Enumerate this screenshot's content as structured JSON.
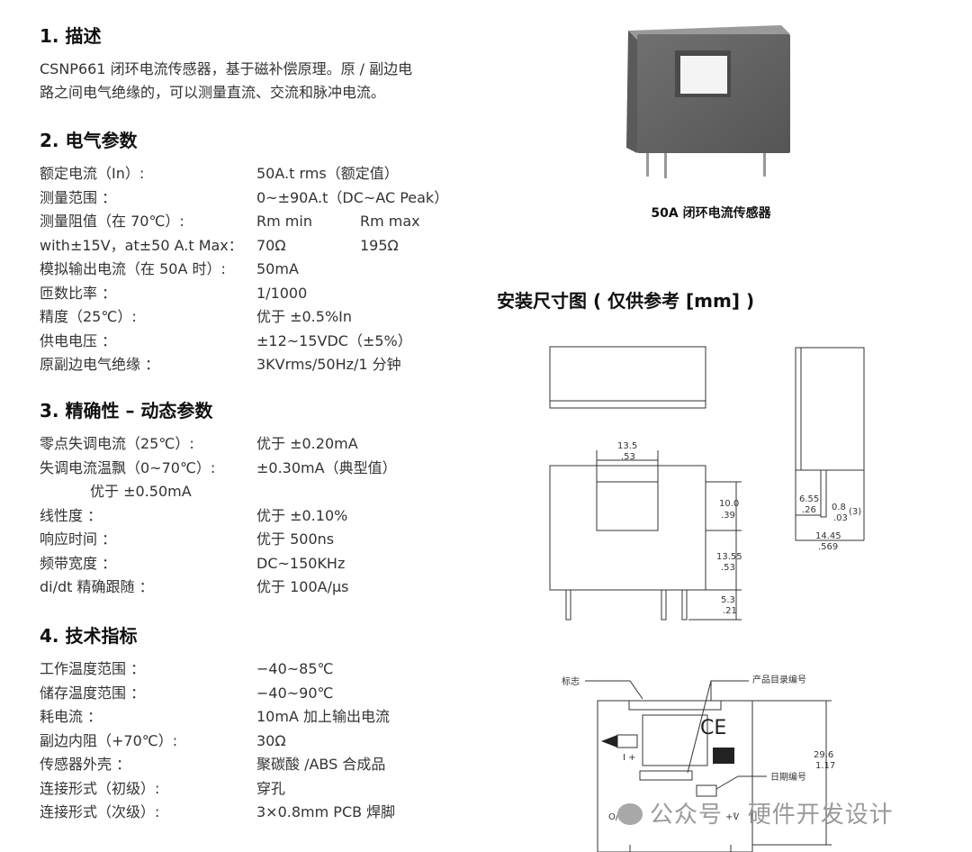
{
  "section1": {
    "title": "1. 描述",
    "line1": "CSNP661 闭环电流传感器，基于磁补偿原理。原 / 副边电",
    "line2": "路之间电气绝缘的，可以测量直流、交流和脉冲电流。"
  },
  "section2": {
    "title": "2. 电气参数",
    "rows": [
      {
        "k": "额定电流（In）:",
        "v": "50A.t rms（额定值）"
      },
      {
        "k": "测量范围 ：",
        "v": "0~±90A.t（DC~AC Peak）"
      },
      {
        "k": "测量阻值（在 70℃）:",
        "v": "Rm min",
        "v2": "Rm max"
      },
      {
        "k": "with±15V，at±50 A.t Max：",
        "v": "70Ω",
        "v2": "195Ω"
      },
      {
        "k": "模拟输出电流（在 50A 时）:",
        "v": "50mA"
      },
      {
        "k": "匝数比率 ：",
        "v": "1/1000"
      },
      {
        "k": "精度（25℃）:",
        "v": "优于 ±0.5%In"
      },
      {
        "k": "供电电压 ：",
        "v": "±12~15VDC（±5%）"
      },
      {
        "k": "原副边电气绝缘 ：",
        "v": "3KVrms/50Hz/1 分钟"
      }
    ]
  },
  "section3": {
    "title": "3. 精确性 – 动态参数",
    "rows": [
      {
        "k": "零点失调电流（25℃）:",
        "v": "优于 ±0.20mA"
      },
      {
        "k": "失调电流温飘（0~70℃）:",
        "v": "±0.30mA（典型值）"
      },
      {
        "k": "优于 ±0.50mA",
        "indent": true
      },
      {
        "k": "线性度 ：",
        "v": "优于 ±0.10%"
      },
      {
        "k": "响应时间 ：",
        "v": "优于 500ns"
      },
      {
        "k": "频带宽度 ：",
        "v": "DC~150KHz"
      },
      {
        "k": "di/dt 精确跟随 ：",
        "v": "优于 100A/μs"
      }
    ]
  },
  "section4": {
    "title": "4. 技术指标",
    "rows": [
      {
        "k": "工作温度范围 ：",
        "v": "−40~85℃"
      },
      {
        "k": "储存温度范围 ：",
        "v": "−40~90℃"
      },
      {
        "k": "耗电流 ：",
        "v": "10mA 加上输出电流"
      },
      {
        "k": "副边内阻（+70℃）:",
        "v": "30Ω"
      },
      {
        "k": "传感器外壳 ：",
        "v": "聚碳酸 /ABS 合成品"
      },
      {
        "k": "连接形式（初级）:",
        "v": "穿孔"
      },
      {
        "k": "连接形式（次级）:",
        "v": "3×0.8mm PCB 焊脚"
      }
    ]
  },
  "photo_caption": "50A 闭环电流传感器",
  "dim_title": "安装尺寸图 ( 仅供参考 [mm] )",
  "drawing": {
    "d1": "13.5",
    "d1b": ".53",
    "d2": "10.0",
    "d2b": ".39",
    "d3": "13.55",
    "d3b": ".53",
    "d4": "5.3",
    "d4b": ".21",
    "d5": "6.55",
    "d5b": ".26",
    "d6": "0.8",
    "d6b": ".03",
    "d6c": "(3)",
    "d7": "14.45",
    "d7b": ".569",
    "d8": "29.6",
    "d8b": "1.17",
    "label_mark": "标志",
    "label_catalog": "产品目录编号",
    "label_date": "日期编号",
    "label_iplus": "I +",
    "label_ce": "CE",
    "label_op": "O/P −V",
    "label_pv": "+V"
  },
  "watermark": "公众号 · 硬件开发设计"
}
